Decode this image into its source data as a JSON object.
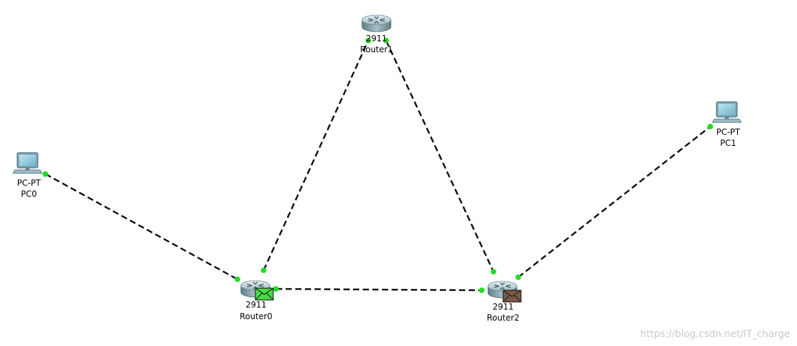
{
  "devices": {
    "pc0": {
      "model": "PC-PT",
      "name": "PC0"
    },
    "pc1": {
      "model": "PC-PT",
      "name": "PC1"
    },
    "router0": {
      "model": "2911",
      "name": "Router0"
    },
    "router1": {
      "model": "2911",
      "name": "Router1"
    },
    "router2": {
      "model": "2911",
      "name": "Router2"
    }
  },
  "pdus": {
    "router0": {
      "color": "#44dd44"
    },
    "router2": {
      "color": "#7a5a48"
    }
  },
  "colors": {
    "link": "#111111",
    "port": "#22dd22"
  },
  "watermark": "https://blog.csdn.net/IT_charge"
}
